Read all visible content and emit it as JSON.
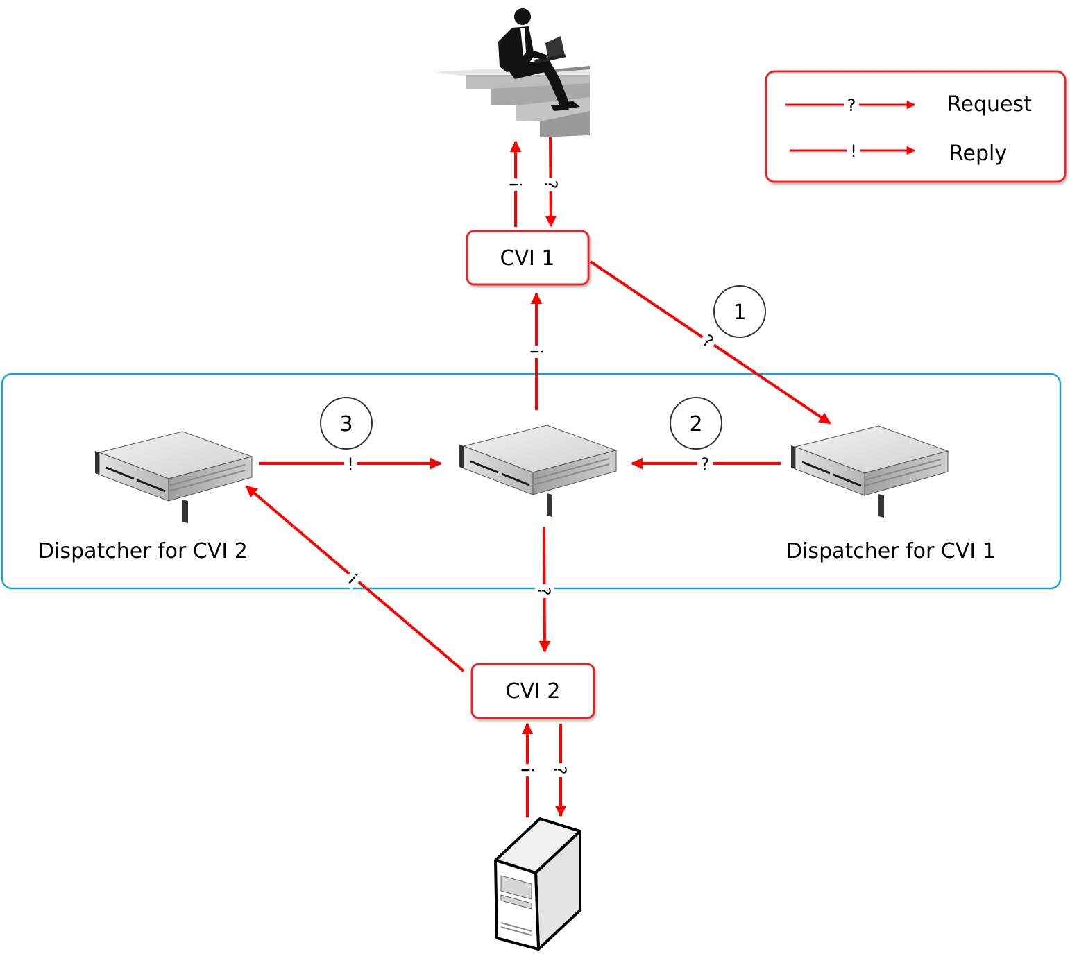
{
  "legend": {
    "request_symbol": "?",
    "request_label": "Request",
    "reply_symbol": "!",
    "reply_label": "Reply"
  },
  "nodes": {
    "cvi1_label": "CVI 1",
    "cvi2_label": "CVI 2",
    "dispatcher_cvi2_label": "Dispatcher for CVI 2",
    "dispatcher_cvi1_label": "Dispatcher for CVI 1"
  },
  "steps": [
    "1",
    "2",
    "3"
  ],
  "arrow_marks": {
    "request": "?",
    "reply": "!"
  },
  "colors": {
    "arrow": "#ff0000",
    "box_border": "#e8262a",
    "cluster_border": "#1aa3d6",
    "step_border": "#333333"
  },
  "icons": {
    "client": "user-on-stairs-icon",
    "dispatcher": "rack-server-icon",
    "server": "tower-server-icon"
  }
}
